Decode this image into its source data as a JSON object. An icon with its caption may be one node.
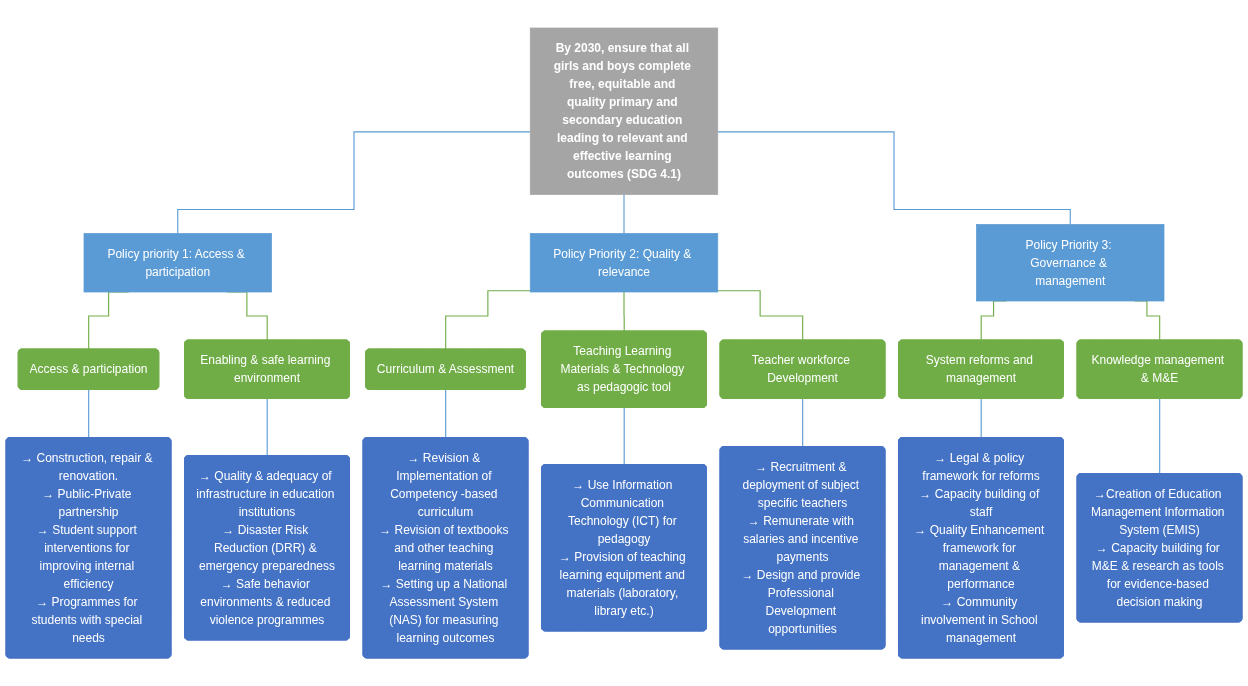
{
  "diagram": {
    "nodes": [
      {
        "text": [
          "By 2030, ensure that all girls and boys complete free, equitable and quality primary and secondary education leading to relevant and effective learning outcomes (SDG 4.1)"
        ]
      },
      {
        "text": [
          "Policy priority 1: Access & participation"
        ]
      },
      {
        "text": [
          "Policy Priority 2: Quality & relevance"
        ]
      },
      {
        "text": [
          "Policy Priority 3: Governance & management"
        ]
      },
      {
        "text": [
          "Access & participation"
        ]
      },
      {
        "text": [
          "Enabling & safe learning environment"
        ]
      },
      {
        "text": [
          "Curriculum & Assessment"
        ]
      },
      {
        "text": [
          "Teaching Learning Materials & Technology as pedagogic tool"
        ]
      },
      {
        "text": [
          "Teacher workforce Development"
        ]
      },
      {
        "text": [
          "System reforms and management"
        ]
      },
      {
        "text": [
          "Knowledge management & M&E"
        ]
      },
      {
        "text": [
          "→ Construction, repair & renovation.",
          "→ Public-Private partnership",
          "→ Student support interventions for improving internal efficiency",
          "→ Programmes for students with special needs"
        ]
      },
      {
        "text": [
          "→ Quality & adequacy of infrastructure in education institutions",
          "→ Disaster Risk Reduction (DRR) & emergency preparedness",
          "→ Safe behavior environments & reduced violence programmes"
        ]
      },
      {
        "text": [
          "→ Revision & Implementation of Competency -based curriculum",
          "→ Revision of textbooks and other teaching learning materials",
          "→ Setting up a National Assessment System (NAS) for measuring learning outcomes"
        ]
      },
      {
        "text": [
          "→ Use Information Communication Technology (ICT) for pedagogy",
          "→ Provision of teaching learning equipment and materials (laboratory, library etc.)"
        ]
      },
      {
        "text": [
          "→ Recruitment & deployment of subject specific teachers",
          "→ Remunerate with salaries and incentive payments",
          "→ Design and provide Professional Development opportunities"
        ]
      },
      {
        "text": [
          "→ Legal & policy framework for reforms",
          "→ Capacity building of staff",
          "→ Quality Enhancement framework for management & performance",
          "→ Community involvement in School management"
        ]
      },
      {
        "text": [
          "→Creation of Education Management Information System (EMIS)",
          "→ Capacity building for M&E & research as tools for evidence-based decision making"
        ]
      }
    ],
    "edges": [
      {
        "from": 0,
        "to": 1,
        "arrow": "none"
      },
      {
        "from": 0,
        "to": 2,
        "arrow": "none"
      },
      {
        "from": 0,
        "to": 3,
        "arrow": "none"
      },
      {
        "from": 1,
        "to": 4,
        "arrow": "none",
        "color": "#70ad47"
      },
      {
        "from": 1,
        "to": 5,
        "arrow": "none",
        "color": "#70ad47"
      },
      {
        "from": 2,
        "to": 6,
        "arrow": "none",
        "color": "#70ad47"
      },
      {
        "from": 2,
        "to": 7,
        "arrow": "none",
        "color": "#70ad47"
      },
      {
        "from": 2,
        "to": 8,
        "arrow": "none",
        "color": "#70ad47"
      },
      {
        "from": 3,
        "to": 9,
        "arrow": "none",
        "color": "#70ad47"
      },
      {
        "from": 3,
        "to": 10,
        "arrow": "none",
        "color": "#70ad47"
      },
      {
        "from": 4,
        "to": 11,
        "arrow": "none"
      },
      {
        "from": 5,
        "to": 12,
        "arrow": "none"
      },
      {
        "from": 6,
        "to": 13,
        "arrow": "none"
      },
      {
        "from": 7,
        "to": 14,
        "arrow": "none"
      },
      {
        "from": 8,
        "to": 15,
        "arrow": "none"
      },
      {
        "from": 9,
        "to": 16,
        "arrow": "none"
      },
      {
        "from": 10,
        "to": 17,
        "arrow": "none"
      }
    ]
  }
}
